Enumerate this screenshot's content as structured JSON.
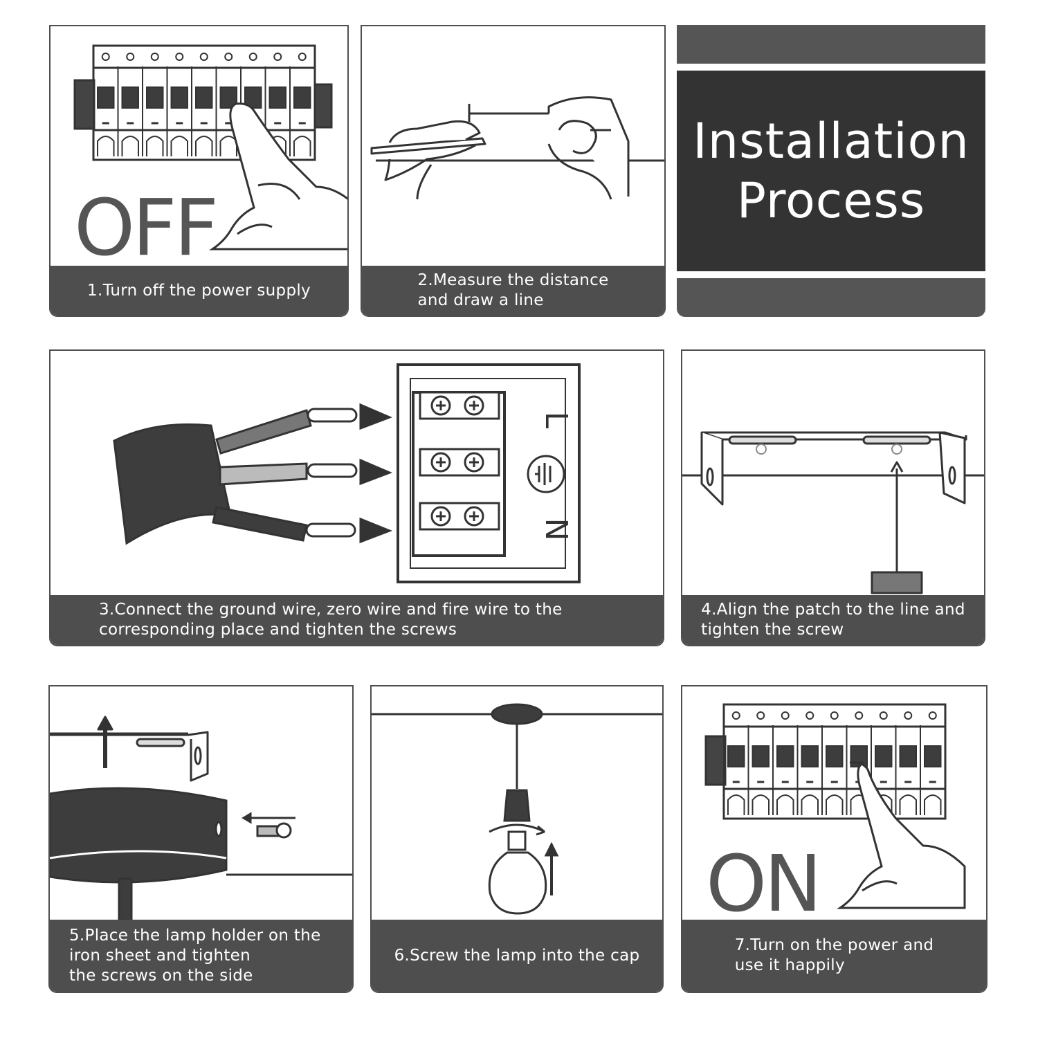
{
  "title": {
    "line1": "Installation",
    "line2": "Process"
  },
  "steps": [
    {
      "label": "1.Turn off the power supply",
      "big_text": "OFF"
    },
    {
      "label": "2.Measure the distance\nand draw a line"
    },
    {
      "label": "3.Connect the ground wire, zero wire and fire wire to the\ncorresponding place and tighten the screws",
      "terminals": [
        "L",
        "N"
      ]
    },
    {
      "label": "4.Align the patch to the line and\ntighten the screw"
    },
    {
      "label": "5.Place the lamp holder on the\niron sheet and tighten\nthe screws on the side"
    },
    {
      "label": "6.Screw the lamp into the cap"
    },
    {
      "label": "7.Turn on the power and\nuse it happily",
      "big_text": "ON"
    }
  ],
  "colors": {
    "panel_border": "#4e4e4e",
    "caption_bg": "#4e4e4e",
    "title_bg": "#333333",
    "art_stroke": "#333333"
  }
}
